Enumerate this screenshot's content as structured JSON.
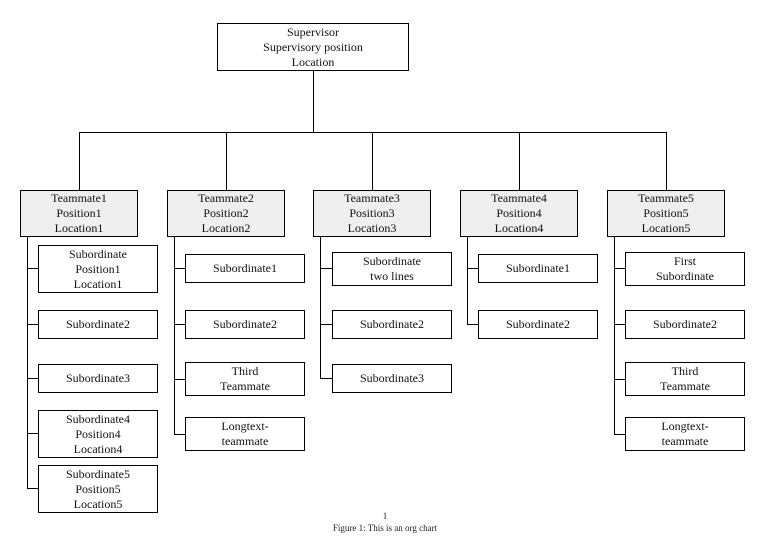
{
  "page": {
    "page_number": "1",
    "figure_caption": "Figure 1: This is an org chart"
  },
  "colors": {
    "background": "#ffffff",
    "node_border": "#000000",
    "node_fill": "#ffffff",
    "teammate_fill": "#efefef",
    "connector_line": "#000000",
    "text": "#111111"
  },
  "org_chart": {
    "supervisor": {
      "lines": [
        "Supervisor",
        "Supervisory position",
        "Location"
      ]
    },
    "columns": [
      {
        "teammate": {
          "lines": [
            "Teammate1",
            "Position1",
            "Location1"
          ]
        },
        "subordinates": [
          {
            "lines": [
              "Subordinate",
              "Position1",
              "Location1"
            ]
          },
          {
            "lines": [
              "Subordinate2"
            ]
          },
          {
            "lines": [
              "Subordinate3"
            ]
          },
          {
            "lines": [
              "Subordinate4",
              "Position4",
              "Location4"
            ]
          },
          {
            "lines": [
              "Subordinate5",
              "Position5",
              "Location5"
            ]
          }
        ]
      },
      {
        "teammate": {
          "lines": [
            "Teammate2",
            "Position2",
            "Location2"
          ]
        },
        "subordinates": [
          {
            "lines": [
              "Subordinate1"
            ]
          },
          {
            "lines": [
              "Subordinate2"
            ]
          },
          {
            "lines": [
              "Third",
              "Teammate"
            ]
          },
          {
            "lines": [
              "Longtext-",
              "teammate"
            ]
          }
        ]
      },
      {
        "teammate": {
          "lines": [
            "Teammate3",
            "Position3",
            "Location3"
          ]
        },
        "subordinates": [
          {
            "lines": [
              "Subordinate",
              "two lines"
            ]
          },
          {
            "lines": [
              "Subordinate2"
            ]
          },
          {
            "lines": [
              "Subordinate3"
            ]
          }
        ]
      },
      {
        "teammate": {
          "lines": [
            "Teammate4",
            "Position4",
            "Location4"
          ]
        },
        "subordinates": [
          {
            "lines": [
              "Subordinate1"
            ]
          },
          {
            "lines": [
              "Subordinate2"
            ]
          }
        ]
      },
      {
        "teammate": {
          "lines": [
            "Teammate5",
            "Position5",
            "Location5"
          ]
        },
        "subordinates": [
          {
            "lines": [
              "First",
              "Subordinate"
            ]
          },
          {
            "lines": [
              "Subordinate2"
            ]
          },
          {
            "lines": [
              "Third",
              "Teammate"
            ]
          },
          {
            "lines": [
              "Longtext-",
              "teammate"
            ]
          }
        ]
      }
    ]
  }
}
